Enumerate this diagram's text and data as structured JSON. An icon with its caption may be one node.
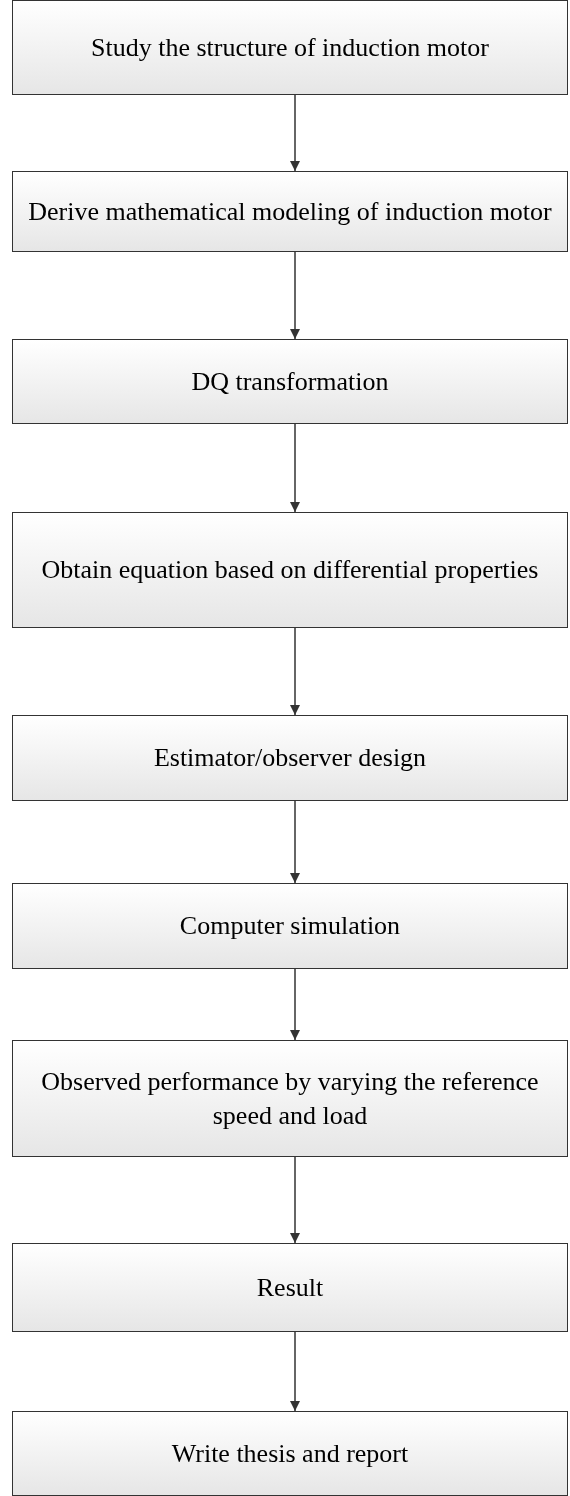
{
  "diagram": {
    "nodes": [
      {
        "text": [
          "Study the structure of induction motor"
        ]
      },
      {
        "text": [
          "Derive mathematical modeling of induction motor"
        ]
      },
      {
        "text": [
          "DQ transformation"
        ]
      },
      {
        "text": [
          "Obtain equation based on differential properties"
        ]
      },
      {
        "text": [
          "Estimator/observer design"
        ]
      },
      {
        "text": [
          "Computer simulation"
        ]
      },
      {
        "text": [
          "Observed performance by varying the reference speed and load"
        ]
      },
      {
        "text": [
          "Result"
        ]
      },
      {
        "text": [
          "Write thesis and report"
        ]
      }
    ],
    "edges": [
      {
        "from": 0,
        "to": 1,
        "arrow": "to"
      },
      {
        "from": 1,
        "to": 2,
        "arrow": "to"
      },
      {
        "from": 2,
        "to": 3,
        "arrow": "to"
      },
      {
        "from": 3,
        "to": 4,
        "arrow": "to"
      },
      {
        "from": 4,
        "to": 5,
        "arrow": "to"
      },
      {
        "from": 5,
        "to": 6,
        "arrow": "to"
      },
      {
        "from": 6,
        "to": 7,
        "arrow": "to"
      },
      {
        "from": 7,
        "to": 8,
        "arrow": "to"
      }
    ]
  }
}
